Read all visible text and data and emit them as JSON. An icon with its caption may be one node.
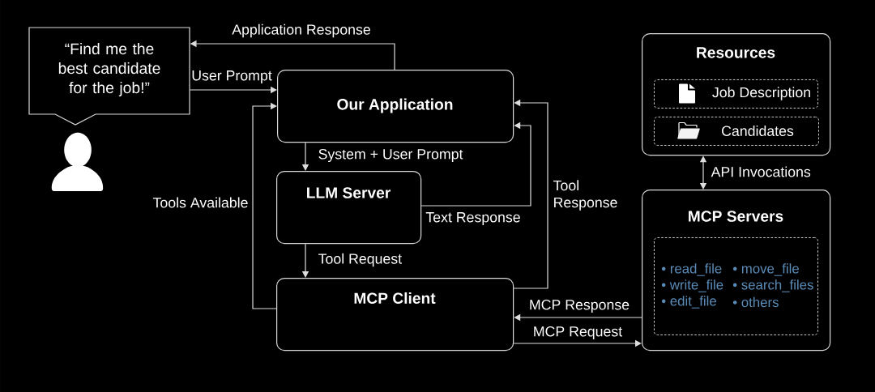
{
  "diagram": {
    "nodes": [
      {
        "text": [
          "“Find me the best candidate for the job!”"
        ]
      },
      {
        "text": [
          "Our Application"
        ]
      },
      {
        "text": [
          "LLM Server"
        ]
      },
      {
        "text": [
          "MCP Client"
        ]
      },
      {
        "text": [
          "Resources"
        ]
      },
      {
        "text": [
          "Job Description"
        ],
        "in": 4
      },
      {
        "text": [
          "Candidates"
        ],
        "in": 4
      },
      {
        "text": [
          "MCP Servers"
        ]
      },
      {
        "text": [
          "• read_file",
          "• move_file",
          "• write_file",
          "• search_files",
          "• edit_file",
          "• others"
        ],
        "in": 7
      }
    ],
    "edges": [
      {
        "from": 1,
        "to": 0,
        "arrow": "to",
        "label": "Application Response"
      },
      {
        "from": 0,
        "to": 1,
        "arrow": "to",
        "label": "User Prompt"
      },
      {
        "from": 3,
        "to": 1,
        "arrow": "to",
        "label": "Tools Available"
      },
      {
        "from": 1,
        "to": 2,
        "arrow": "to",
        "label": "System + User Prompt"
      },
      {
        "from": 2,
        "to": 1,
        "arrow": "to",
        "label": "Text Response"
      },
      {
        "from": 2,
        "to": 3,
        "arrow": "to",
        "label": "Tool Request"
      },
      {
        "from": 3,
        "to": 1,
        "arrow": "to",
        "label": "Tool Response"
      },
      {
        "from": 7,
        "to": 3,
        "arrow": "to",
        "label": "MCP Response"
      },
      {
        "from": 3,
        "to": 7,
        "arrow": "to",
        "label": "MCP Request"
      },
      {
        "from": 4,
        "to": 7,
        "arrow": "both",
        "label": "API Invocations"
      }
    ]
  }
}
